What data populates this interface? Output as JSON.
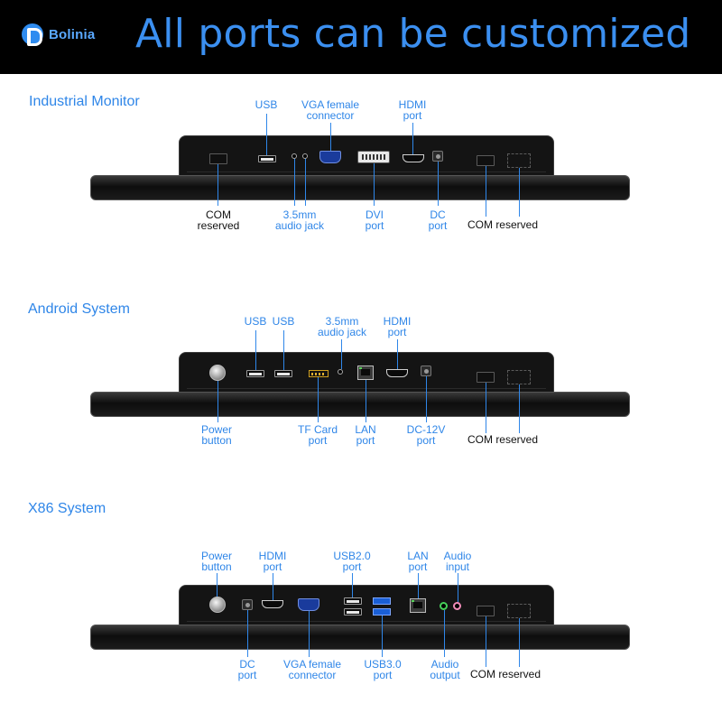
{
  "header": {
    "brand": "Bolinia",
    "headline": "All ports can be customized"
  },
  "colors": {
    "header_bg": "#000000",
    "accent_blue": "#2f86e8",
    "headline_blue": "#3b8ff0"
  },
  "industrial": {
    "title": "Industrial Monitor",
    "labels": {
      "usb": "USB",
      "vga_1": "VGA female",
      "vga_2": "connector",
      "hdmi_1": "HDMI",
      "hdmi_2": "port",
      "com_1": "COM",
      "com_2": "reserved",
      "audio_1": "3.5mm",
      "audio_2": "audio jack",
      "dvi_1": "DVI",
      "dvi_2": "port",
      "dc_1": "DC",
      "dc_2": "port",
      "com_right": "COM reserved"
    }
  },
  "android": {
    "title": "Android System",
    "labels": {
      "usb_a": "USB",
      "usb_b": "USB",
      "audio_1": "3.5mm",
      "audio_2": "audio jack",
      "hdmi_1": "HDMI",
      "hdmi_2": "port",
      "power_1": "Power",
      "power_2": "button",
      "tf_1": "TF Card",
      "tf_2": "port",
      "lan_1": "LAN",
      "lan_2": "port",
      "dc_1": "DC-12V",
      "dc_2": "port",
      "com_right": "COM reserved"
    }
  },
  "x86": {
    "title": "X86 System",
    "labels": {
      "power_1": "Power",
      "power_2": "button",
      "hdmi_1": "HDMI",
      "hdmi_2": "port",
      "usb2_1": "USB2.0",
      "usb2_2": "port",
      "lan_1": "LAN",
      "lan_2": "port",
      "audio_in_1": "Audio",
      "audio_in_2": "input",
      "dc_1": "DC",
      "dc_2": "port",
      "vga_1": "VGA female",
      "vga_2": "connector",
      "usb3_1": "USB3.0",
      "usb3_2": "port",
      "audio_out_1": "Audio",
      "audio_out_2": "output",
      "com_right": "COM reserved"
    }
  }
}
